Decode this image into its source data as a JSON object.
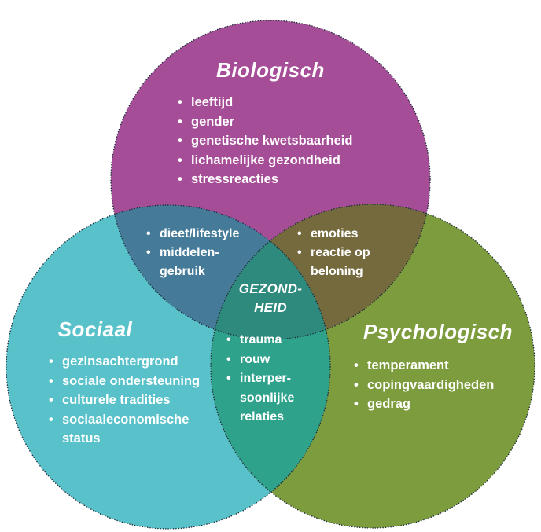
{
  "diagram": {
    "outline_color": "#1e2d3a",
    "text_color": "#ffffff",
    "center": {
      "label": "GEZOND-HEID",
      "color": "#2f8a7e"
    },
    "circles": {
      "biologisch": {
        "label": "Biologisch",
        "color": "#a64d98",
        "items": [
          "leeftijd",
          "gender",
          "genetische kwetsbaarheid",
          "lichamelijke gezondheid",
          "stressreacties"
        ]
      },
      "sociaal": {
        "label": "Sociaal",
        "color": "#58c1c9",
        "items": [
          "gezinsachtergrond",
          "sociale ondersteuning",
          "culturele tradities",
          "sociaaleconomische status"
        ]
      },
      "psychologisch": {
        "label": "Psychologisch",
        "color": "#7d9c3e",
        "items": [
          "temperament",
          "copingvaardigheden",
          "gedrag"
        ]
      }
    },
    "overlaps": {
      "biologisch_sociaal": {
        "color": "#457b99",
        "items": [
          "dieet/lifestyle",
          "middelen-gebruik"
        ]
      },
      "biologisch_psychologisch": {
        "color": "#756a3d",
        "items": [
          "emoties",
          "reactie op beloning"
        ]
      },
      "sociaal_psychologisch": {
        "color": "#2fa28c",
        "items": [
          "trauma",
          "rouw",
          "interper-soonlijke relaties"
        ]
      }
    }
  }
}
